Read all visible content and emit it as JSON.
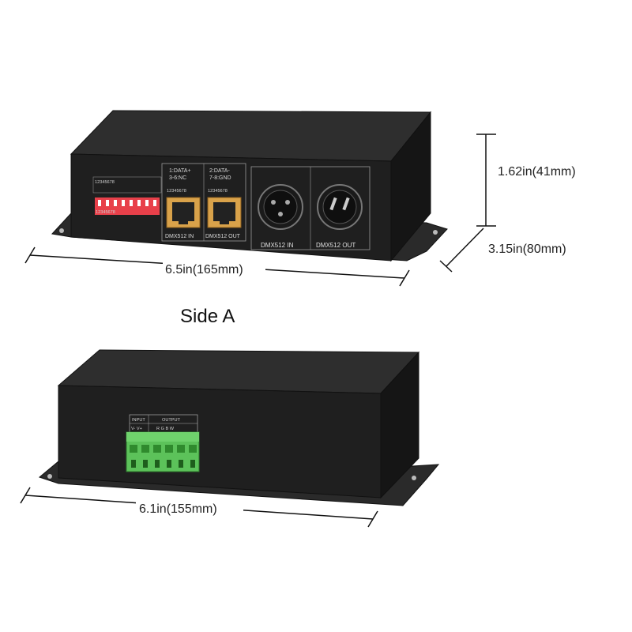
{
  "dimensions": {
    "width_a": "6.5in(165mm)",
    "height": "1.62in(41mm)",
    "depth": "3.15in(80mm)",
    "width_b": "6.1in(155mm)"
  },
  "side_a": {
    "caption": "Side A",
    "dip_label_1": "12345678",
    "dip_label_2": "12345678",
    "rj45_in": {
      "pinout_line1": "1:DATA+",
      "pinout_line2": "3-6:NC",
      "label": "DMX512 IN"
    },
    "rj45_out": {
      "pinout_line1": "2:DATA-",
      "pinout_line2": "7-8:GND",
      "label": "DMX512 OUT"
    },
    "xlr_in_label": "DMX512 IN",
    "xlr_out_label": "DMX512 OUT"
  },
  "side_b": {
    "input_label": "INPUT",
    "output_label": "OUTPUT",
    "input_pins": "V- V+",
    "output_pins": "R G B W"
  },
  "colors": {
    "housing": "#1f1f1f",
    "housing_top": "#2e2e2e",
    "dip_switch": "#e8404a",
    "rj45": "#d9a24a",
    "terminal_block": "#5cc25a"
  }
}
